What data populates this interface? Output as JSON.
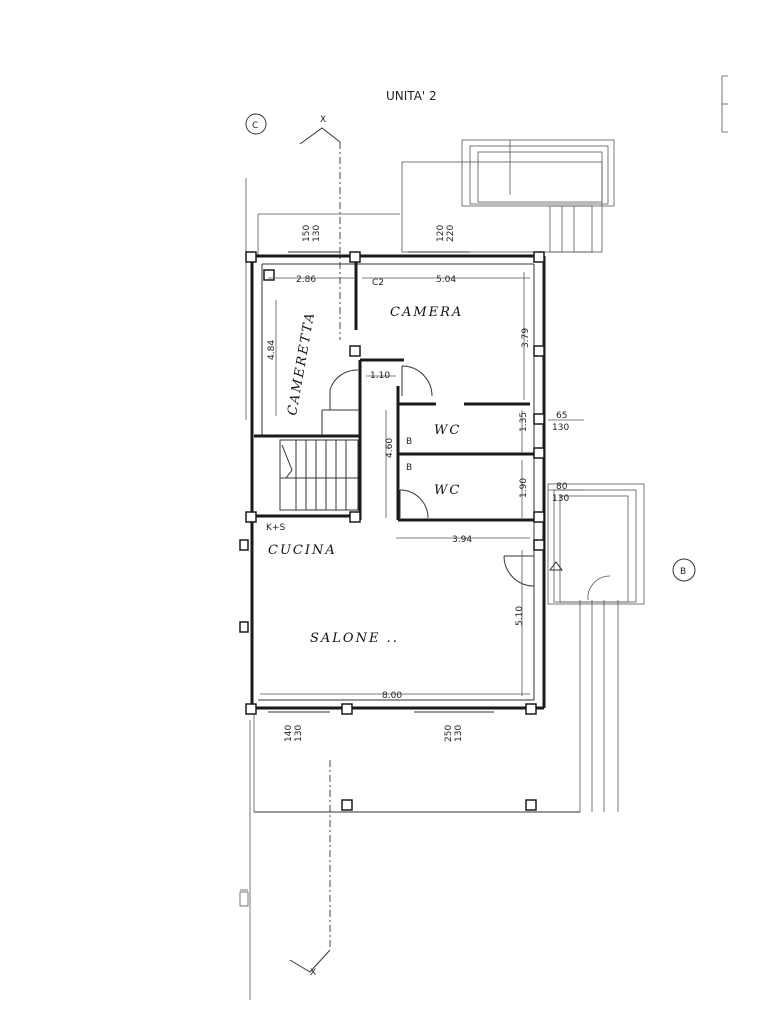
{
  "title": "UNITA' 2",
  "sections": {
    "c": "C",
    "b": "B",
    "x": "X"
  },
  "rooms": {
    "cameretta": "CAMERETTA",
    "camera": "CAMERA",
    "wc1": "WC",
    "wc2": "WC",
    "cucina": "CUCINA",
    "salone": "SALONE ..",
    "ks": "K+S",
    "c2": "C2",
    "b1": "B",
    "b2": "B"
  },
  "dimensions": {
    "d286": "2.86",
    "d504": "5.04",
    "d484": "4.84",
    "d379": "3.79",
    "d110": "1.10",
    "d460": "4.60",
    "d135": "1.35",
    "d190": "1.90",
    "d394": "3.94",
    "d510": "5.10",
    "d800": "8.00"
  },
  "openings": {
    "w150": "150",
    "w130a": "130",
    "w120": "120",
    "w220": "220",
    "w65": "65",
    "w130b": "130",
    "w80": "80",
    "w130c": "130",
    "w140": "140",
    "w130d": "130",
    "w250": "250",
    "w130e": "130"
  }
}
